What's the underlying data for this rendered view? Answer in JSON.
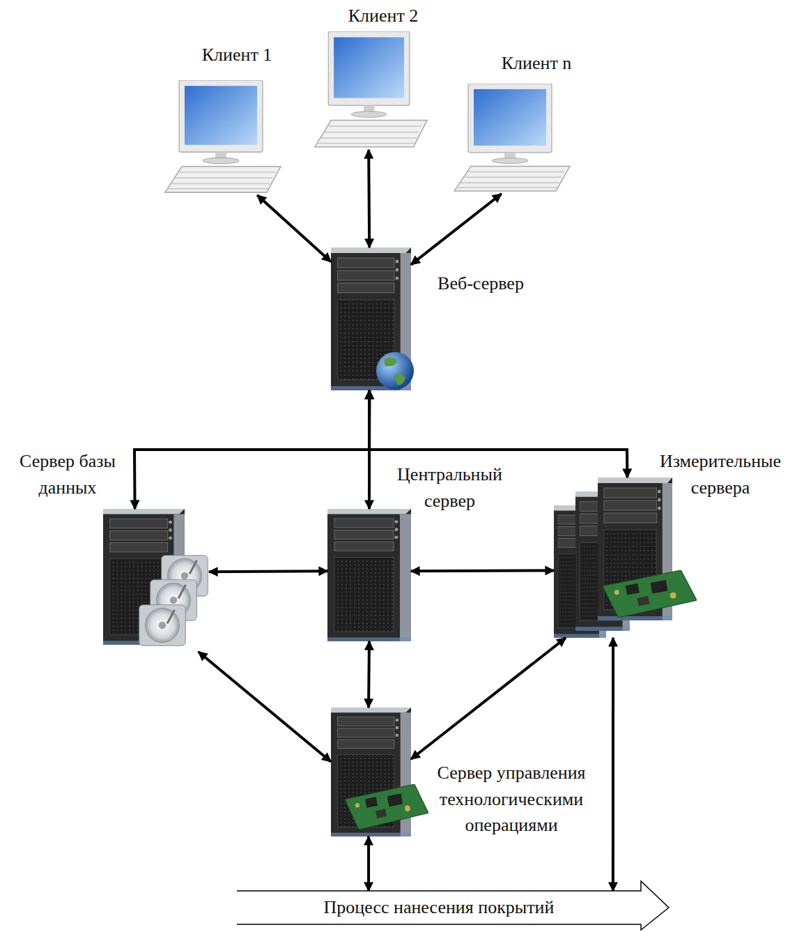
{
  "diagram": {
    "nodes": [
      {
        "text": [
          "Клиент 1"
        ]
      },
      {
        "text": [
          "Клиент 2"
        ]
      },
      {
        "text": [
          "Клиент n"
        ]
      },
      {
        "text": [
          "Веб-сервер"
        ]
      },
      {
        "text": [
          "Сервер базы данных"
        ]
      },
      {
        "text": [
          "Центральный сервер"
        ]
      },
      {
        "text": [
          "Измерительные сервера"
        ]
      },
      {
        "text": [
          "Сервер управления технологическими операциями"
        ]
      },
      {
        "text": [
          "Процесс нанесения покрытий"
        ]
      }
    ],
    "edges": [
      {
        "from": 0,
        "to": 3,
        "arrow": "both"
      },
      {
        "from": 1,
        "to": 3,
        "arrow": "both"
      },
      {
        "from": 2,
        "to": 3,
        "arrow": "both"
      },
      {
        "from": 3,
        "to": 4,
        "arrow": "both"
      },
      {
        "from": 3,
        "to": 5,
        "arrow": "both"
      },
      {
        "from": 3,
        "to": 6,
        "arrow": "both"
      },
      {
        "from": 4,
        "to": 5,
        "arrow": "both"
      },
      {
        "from": 5,
        "to": 6,
        "arrow": "both"
      },
      {
        "from": 5,
        "to": 7,
        "arrow": "both"
      },
      {
        "from": 4,
        "to": 7,
        "arrow": "both"
      },
      {
        "from": 7,
        "to": 6,
        "arrow": "both"
      },
      {
        "from": 7,
        "to": 8,
        "arrow": "both"
      },
      {
        "from": 6,
        "to": 8,
        "arrow": "both"
      }
    ]
  }
}
